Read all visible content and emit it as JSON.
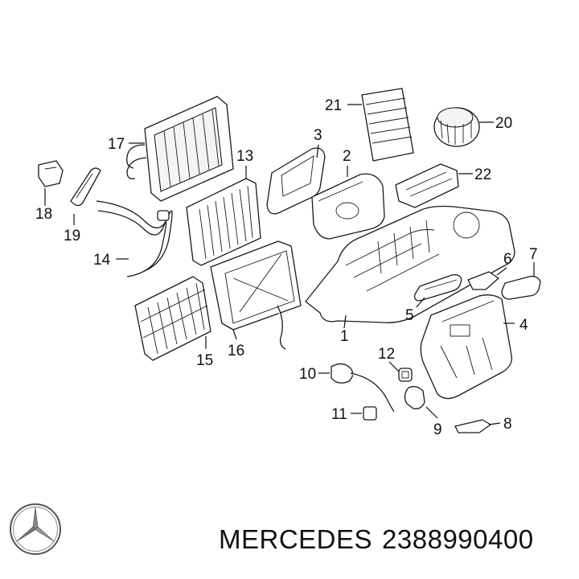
{
  "callouts": [
    {
      "id": "1",
      "label": "1"
    },
    {
      "id": "2",
      "label": "2"
    },
    {
      "id": "3",
      "label": "3"
    },
    {
      "id": "4",
      "label": "4"
    },
    {
      "id": "5",
      "label": "5"
    },
    {
      "id": "6",
      "label": "6"
    },
    {
      "id": "7",
      "label": "7"
    },
    {
      "id": "8",
      "label": "8"
    },
    {
      "id": "9",
      "label": "9"
    },
    {
      "id": "10",
      "label": "10"
    },
    {
      "id": "11",
      "label": "11"
    },
    {
      "id": "12",
      "label": "12"
    },
    {
      "id": "13",
      "label": "13"
    },
    {
      "id": "14",
      "label": "14"
    },
    {
      "id": "15",
      "label": "15"
    },
    {
      "id": "16",
      "label": "16"
    },
    {
      "id": "17",
      "label": "17"
    },
    {
      "id": "18",
      "label": "18"
    },
    {
      "id": "19",
      "label": "19"
    },
    {
      "id": "20",
      "label": "20"
    },
    {
      "id": "21",
      "label": "21"
    },
    {
      "id": "22",
      "label": "22"
    }
  ],
  "footer": {
    "brand": "MERCEDES",
    "part_number": "2388990400",
    "logo_icon": "mercedes-star-icon"
  }
}
